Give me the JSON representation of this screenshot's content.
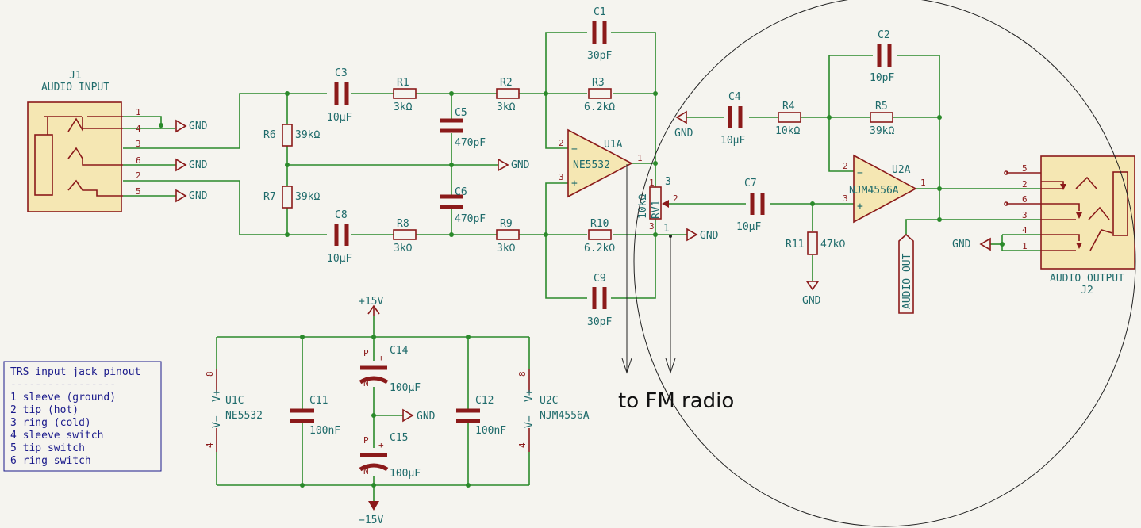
{
  "components": {
    "j1_ref": "J1",
    "j1_val": "AUDIO INPUT",
    "j2_ref": "J2",
    "j2_val": "AUDIO OUTPUT",
    "c1": {
      "ref": "C1",
      "val": "30pF"
    },
    "c2": {
      "ref": "C2",
      "val": "10pF"
    },
    "c3": {
      "ref": "C3",
      "val": "10µF"
    },
    "c4": {
      "ref": "C4",
      "val": "10µF"
    },
    "c5": {
      "ref": "C5",
      "val": "470pF"
    },
    "c6": {
      "ref": "C6",
      "val": "470pF"
    },
    "c7": {
      "ref": "C7",
      "val": "10µF"
    },
    "c8": {
      "ref": "C8",
      "val": "10µF"
    },
    "c9": {
      "ref": "C9",
      "val": "30pF"
    },
    "c11": {
      "ref": "C11",
      "val": "100nF"
    },
    "c12": {
      "ref": "C12",
      "val": "100nF"
    },
    "c14": {
      "ref": "C14",
      "val": "100µF"
    },
    "c15": {
      "ref": "C15",
      "val": "100µF"
    },
    "r1": {
      "ref": "R1",
      "val": "3kΩ"
    },
    "r2": {
      "ref": "R2",
      "val": "3kΩ"
    },
    "r3": {
      "ref": "R3",
      "val": "6.2kΩ"
    },
    "r4": {
      "ref": "R4",
      "val": "10kΩ"
    },
    "r5": {
      "ref": "R5",
      "val": "39kΩ"
    },
    "r6": {
      "ref": "R6",
      "val": "39kΩ"
    },
    "r7": {
      "ref": "R7",
      "val": "39kΩ"
    },
    "r8": {
      "ref": "R8",
      "val": "3kΩ"
    },
    "r9": {
      "ref": "R9",
      "val": "3kΩ"
    },
    "r10": {
      "ref": "R10",
      "val": "6.2kΩ"
    },
    "r11": {
      "ref": "R11",
      "val": "47kΩ"
    },
    "rv1": {
      "ref": "RV1",
      "val": "10kΩ"
    },
    "u1a": {
      "ref": "U1A",
      "val": "NE5532"
    },
    "u2a": {
      "ref": "U2A",
      "val": "NJM4556A"
    },
    "u1c": {
      "ref": "U1C",
      "val": "NE5532"
    },
    "u2c": {
      "ref": "U2C",
      "val": "NJM4556A"
    }
  },
  "power": {
    "gnd": "GND",
    "pos": "+15V",
    "neg": "−15V",
    "vplus": "V+",
    "vminus": "V−"
  },
  "net_label_audio_out": "AUDIO_OUT",
  "pins": {
    "p1": "1",
    "p2": "2",
    "p3": "3",
    "p4": "4",
    "p5": "5",
    "p6": "6",
    "p8": "8",
    "plus": "+",
    "minus": "−",
    "pol_p": "P",
    "pol_n": "N"
  },
  "note_box": {
    "title": "TRS input jack pinout",
    "separator": "-----------------",
    "lines": [
      "1 sleeve (ground)",
      "2 tip (hot)",
      "3 ring (cold)",
      "4 sleeve switch",
      "5 tip switch",
      "6 ring switch"
    ]
  },
  "annotation": {
    "text": "to FM radio"
  }
}
